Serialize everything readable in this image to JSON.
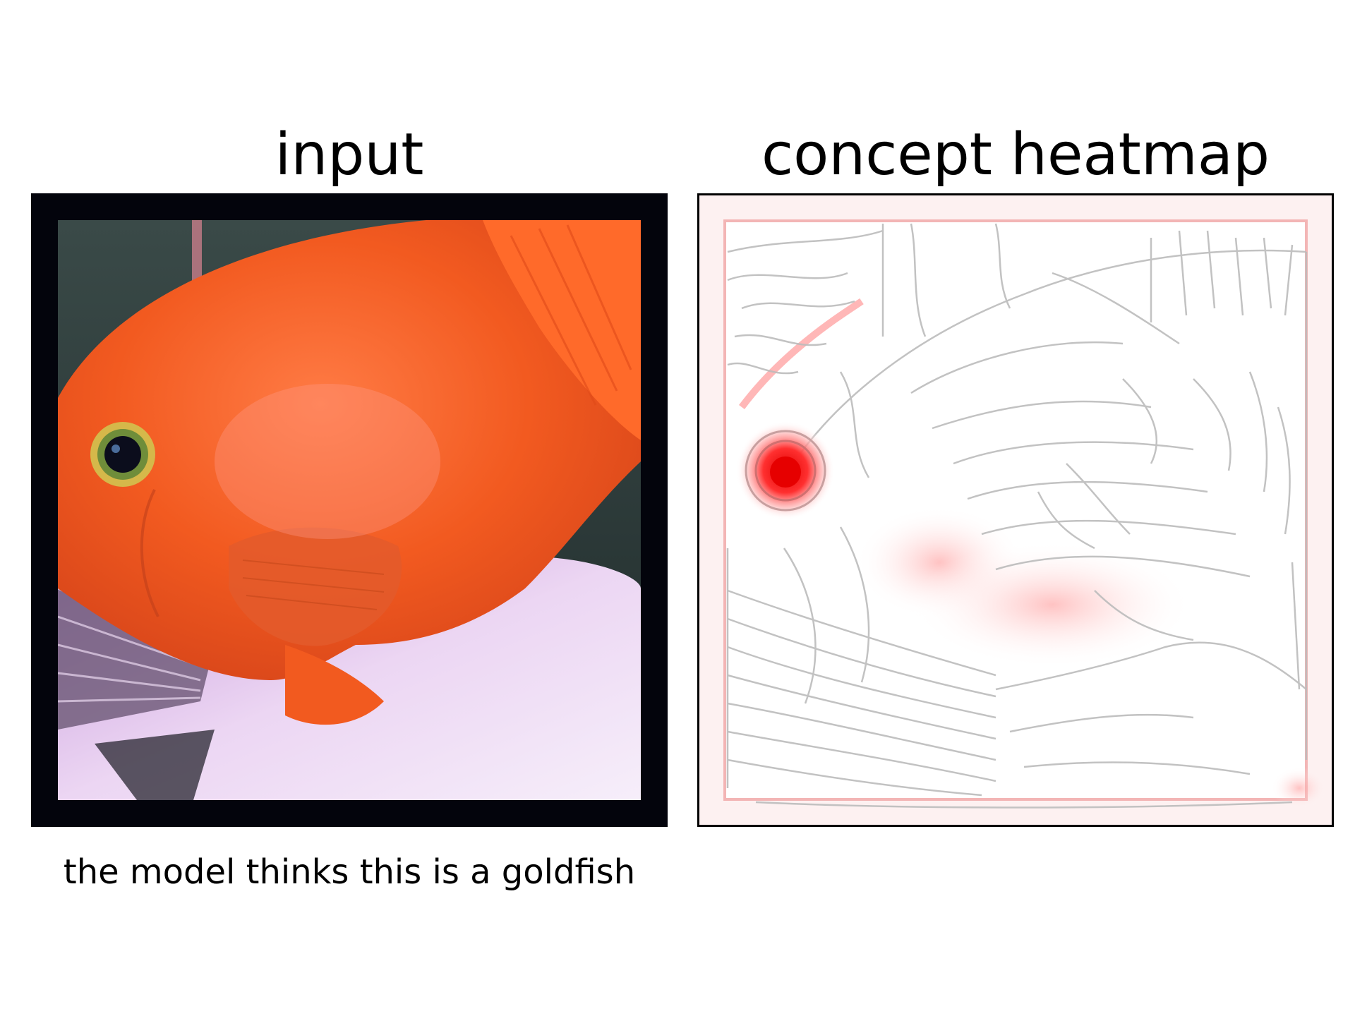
{
  "panels": {
    "input": {
      "title": "input",
      "caption": "the model thinks this is a goldfish",
      "image": {
        "subject": "orange fish close-up",
        "colors": {
          "frame": "#03040c",
          "body": "#f2571d",
          "body_light": "#ff7a3a",
          "belly": "#ead2f0",
          "eye_ring": "#e0c24a",
          "background": "#2d3a3a"
        }
      }
    },
    "heatmap": {
      "title": "concept heatmap",
      "image": {
        "colors": {
          "edges": "#bdbdbd",
          "hotspot": "#ff0000",
          "tint": "#fde6e6"
        }
      }
    }
  }
}
